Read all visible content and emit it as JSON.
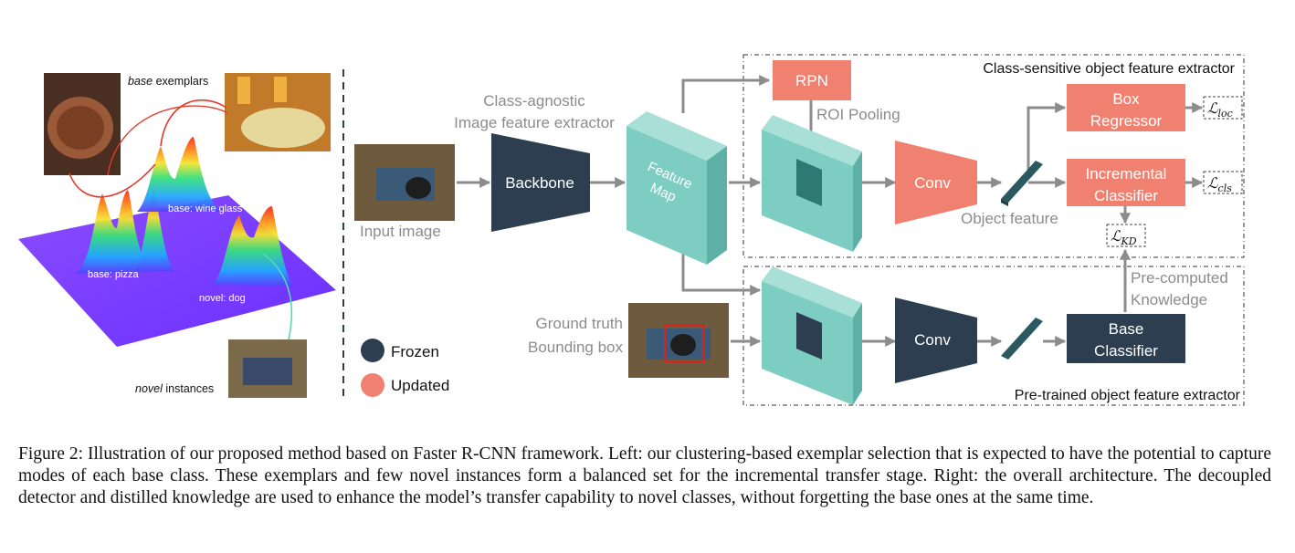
{
  "left_panel": {
    "base_exemplars": {
      "emphasis": "base",
      "rest": " exemplars"
    },
    "novel_instances": {
      "emphasis": "novel",
      "rest": " instances"
    },
    "peak_labels": [
      "base: pizza",
      "base: wine glass",
      "novel: dog"
    ]
  },
  "legend": {
    "frozen": "Frozen",
    "updated": "Updated"
  },
  "blocks": {
    "class_agnostic": [
      "Class-agnostic",
      "Image feature extractor"
    ],
    "backbone": "Backbone",
    "feature_map": [
      "Feature",
      "Map"
    ],
    "input_image": "Input image",
    "rpn": "RPN",
    "roi_pooling": "ROI Pooling",
    "conv_top": "Conv",
    "conv_bottom": "Conv",
    "object_feature": "Object feature",
    "box_regressor": [
      "Box",
      "Regressor"
    ],
    "incremental_classifier": [
      "Incremental",
      "Classifier"
    ],
    "base_classifier": [
      "Base",
      "Classifier"
    ],
    "ground_truth": [
      "Ground  truth",
      "Bounding box"
    ],
    "precomputed": [
      "Pre-computed",
      "Knowledge"
    ]
  },
  "regions": {
    "top": "Class-sensitive object feature extractor",
    "bottom": "Pre-trained object feature extractor"
  },
  "losses": {
    "loc": {
      "main": "ℒ",
      "sub": "loc"
    },
    "cls": {
      "main": "ℒ",
      "sub": "cls"
    },
    "kd": {
      "main": "ℒ",
      "sub": "KD"
    }
  },
  "colors": {
    "frozen": "#2d3e50",
    "updated": "#f0806f",
    "feature_teal": "#7ecdc2",
    "arrow": "#8c8c8c"
  },
  "caption": "Figure 2: Illustration of our proposed method based on Faster R-CNN framework. Left: our clustering-based exemplar selection that is expected to have the potential to capture modes of each base class. These exemplars and few novel instances form a balanced set for the incremental transfer stage. Right: the overall architecture. The decoupled detector and distilled knowledge are used to enhance the model’s transfer capability to novel classes, without forgetting the base ones at the same time."
}
